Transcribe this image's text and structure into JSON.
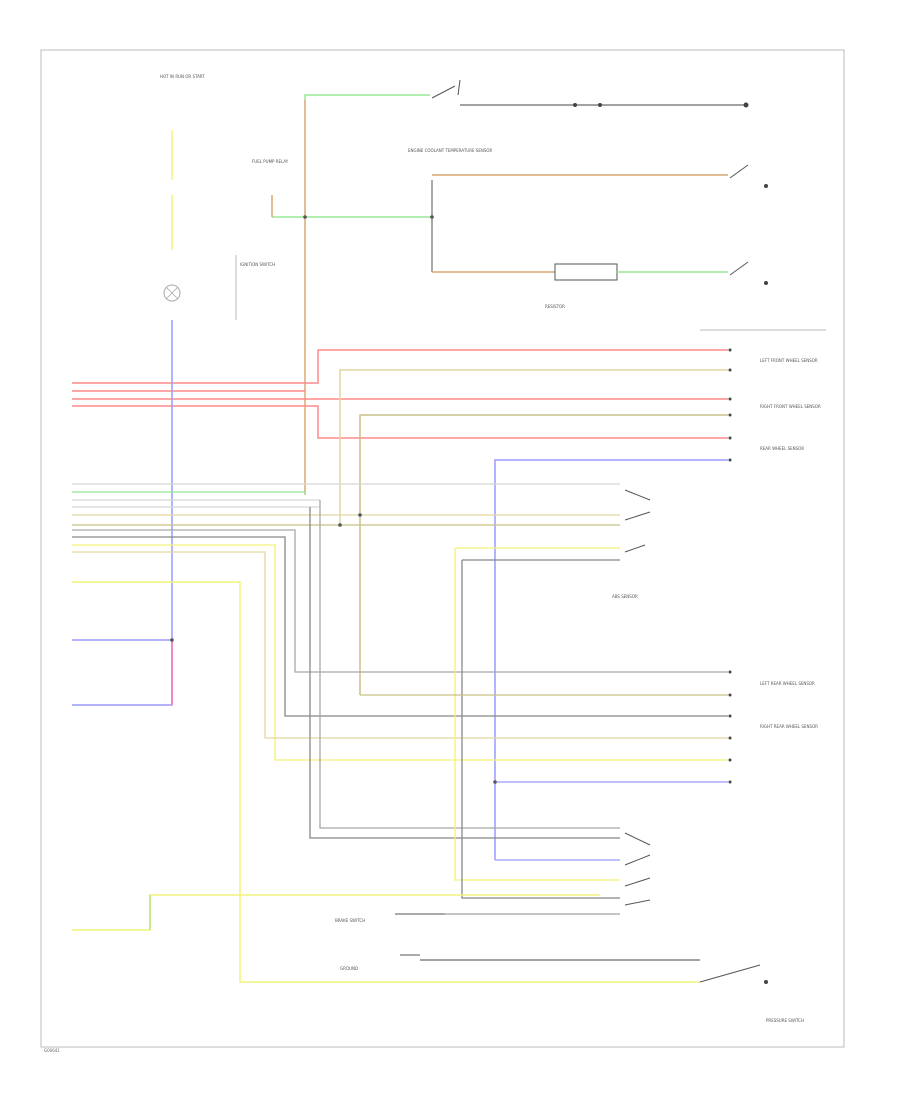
{
  "footer": {
    "code": "G00641"
  },
  "colors": {
    "frame": "#bbbbbb",
    "yellow": "#f2f27a",
    "green": "#98e898",
    "orange": "#d9a870",
    "red": "#ff8a8a",
    "pink": "#ee88cc",
    "blue": "#9a9aff",
    "tan": "#e2d6a0",
    "olive": "#c8c088",
    "gray": "#a8a8a8",
    "lightgray": "#d8d8d8",
    "black": "#444444"
  },
  "labels": {
    "fuse_block": "HOT IN RUN OR START",
    "ignition": "IGNITION SWITCH",
    "fuel_pump_relay": "FUEL PUMP RELAY",
    "ect_sensor": "ENGINE COOLANT TEMPERATURE SENSOR",
    "resistor": "RESISTOR",
    "abs_sensor": "ABS SENSOR",
    "lh_front": "LEFT FRONT WHEEL SENSOR",
    "rh_front": "RIGHT FRONT WHEEL SENSOR",
    "rear": "REAR WHEEL SENSOR",
    "lh_rear": "LEFT REAR WHEEL SENSOR",
    "rh_rear": "RIGHT REAR WHEEL SENSOR",
    "brake_switch": "BRAKE SWITCH",
    "pressure_switch": "PRESSURE SWITCH",
    "ground": "GROUND"
  }
}
